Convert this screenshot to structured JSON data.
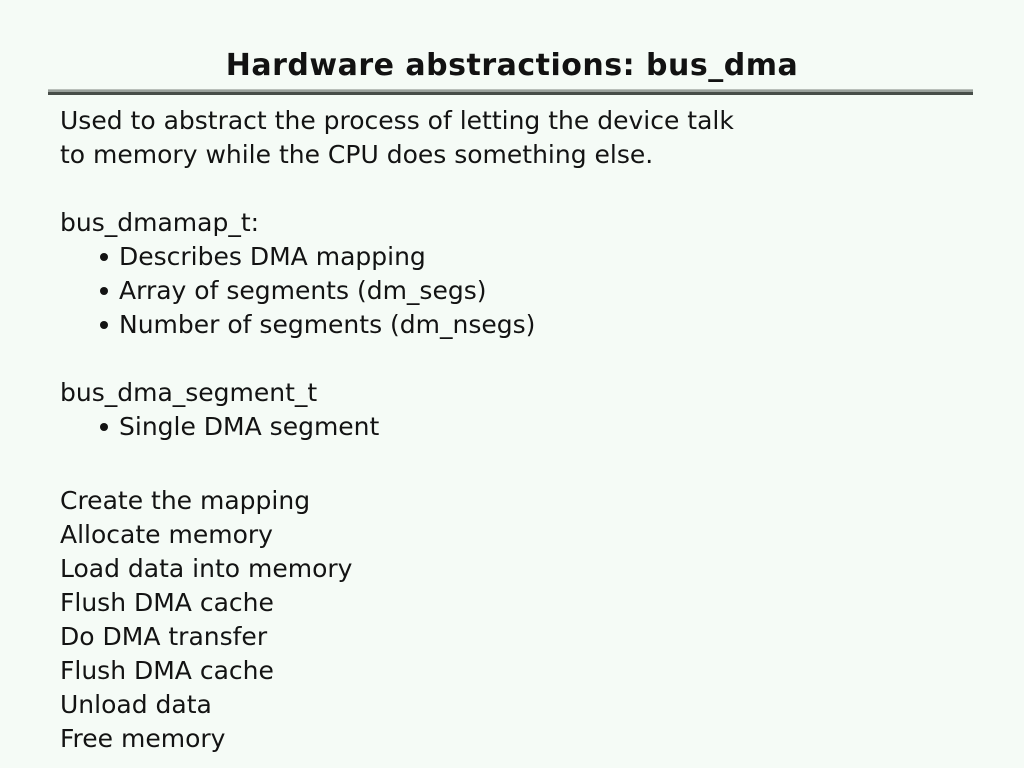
{
  "slide": {
    "title": "Hardware abstractions: bus_dma",
    "intro": {
      "line1": "Used to abstract the process of letting the device talk",
      "line2": "to memory while the CPU does something else."
    },
    "sections": [
      {
        "heading": "bus_dmamap_t:",
        "bullets": [
          "Describes DMA mapping",
          "Array of segments (dm_segs)",
          "Number of segments (dm_nsegs)"
        ]
      },
      {
        "heading": "bus_dma_segment_t",
        "bullets": [
          "Single DMA segment"
        ]
      }
    ],
    "steps": [
      "Create the mapping",
      "Allocate memory",
      "Load data into memory",
      "Flush DMA cache",
      "Do DMA transfer",
      "Flush DMA cache",
      "Unload data",
      "Free memory"
    ],
    "colors": {
      "background": "#f5fbf6",
      "text": "#131313",
      "rule_top": "#99a09b",
      "rule_bottom": "#474d48"
    }
  }
}
